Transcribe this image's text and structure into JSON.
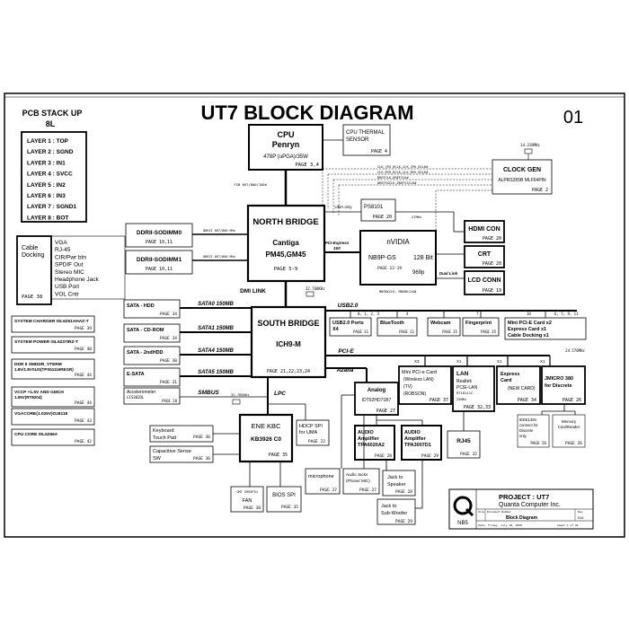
{
  "title": "UT7 BLOCK DIAGRAM",
  "page_number": "01",
  "pcb_stack": {
    "heading": "PCB STACK UP",
    "layer_count": "8L",
    "layers": [
      "LAYER 1 : TOP",
      "LAYER 2 : SGND",
      "LAYER 3 : IN1",
      "LAYER 4 : SVCC",
      "LAYER 5 : IN2",
      "LAYER 6 : IN3",
      "LAYER 7 : SGND1",
      "LAYER 8 : BOT"
    ]
  },
  "cable_docking": {
    "label_line1": "Cable",
    "label_line2": "Docking",
    "page": "PAGE 38",
    "items": [
      "VGA",
      "RJ-45",
      "CIR/Pwr btn",
      "SPDIF Out",
      "Stereo MIC",
      "Headphone Jack",
      "USB Port",
      "VOL Cntr"
    ]
  },
  "power_blocks": [
    {
      "line1": "SYSTEM CHARGER ISL6251AHAZ-T",
      "line2": "",
      "page": "PAGE 39"
    },
    {
      "line1": "SYSTEM POWER ISL6237IRZ-T",
      "line2": "",
      "page": "PAGE 40"
    },
    {
      "line1": "DDR II SMDDR_VTERM",
      "line2": "1.8V/1.8VSUS(TPS51116REGR)",
      "page": "PAGE 44"
    },
    {
      "line1": "VCCP +1.5V AND GMCH",
      "line2": "1.05V(RT8204)",
      "page": "PAGE 44"
    },
    {
      "line1": "VGACORE(1.025V)Oz8118",
      "line2": "",
      "page": "PAGE 43"
    },
    {
      "line1": "CPU CORE ISL6266A",
      "line2": "",
      "page": "PAGE 42"
    }
  ],
  "cpu": {
    "name": "CPU",
    "sub": "Penryn",
    "pkg": "478P (uPGA)/35W",
    "page": "PAGE 3,4"
  },
  "cpu_thermal": {
    "line1": "CPU THERMAL",
    "line2": "SENSOR",
    "page": "PAGE 4"
  },
  "fsb_label": "FSB 667/800/1066",
  "clock_gen": {
    "name": "CLOCK GEN",
    "part": "ALPRS355B MLF64PIN",
    "page": "PAGE 2",
    "freq": "14.318MHz"
  },
  "clock_signals": [
    "CLK_CPU_BCLK,CLK_CPU_BCLK#",
    "CLK_MCH_BCLK,CLK_MCH_BCLK#",
    "DREFCLK,DREFCLK#",
    "DREFSSCLK,DREFSSCLK#"
  ],
  "north_bridge": {
    "name": "NORTH BRIDGE",
    "chip1": "Cantiga",
    "chip2": "PM45,GM45",
    "page": "PAGE 5-9"
  },
  "ddr0": {
    "name": "DDRII-SODIMM0",
    "page": "PAGE 10,11",
    "bus": "DDRII 667/800 MHz"
  },
  "ddr1": {
    "name": "DDRII-SODIMM1",
    "page": "PAGE 10,11",
    "bus": "DDRII 667/800 MHz"
  },
  "uma_label": "UMA only",
  "ps8101": {
    "name": "PS8101",
    "page": "PAGE 20"
  },
  "pcie_x16": {
    "line1": "PCI-Express",
    "line2": "16X"
  },
  "nvidia": {
    "name": "nVIDIA",
    "chip": "NB9P-GS",
    "mem": "128 Bit",
    "page": "PAGE 12-19",
    "pkg": "969p",
    "clk": "27MHz"
  },
  "hdmi": {
    "name": "HDMI CON",
    "page": "PAGE 20"
  },
  "crt": {
    "name": "CRT",
    "page": "PAGE 20"
  },
  "lcd": {
    "name": "LCD CONN",
    "page": "PAGE 19"
  },
  "dual_link": "Dual Link",
  "nb_clk": "MBGRKCLK, MBGRKCLK#",
  "dmi_link": "DMI LINK",
  "sb_crystal": "32.768KHz",
  "south_bridge": {
    "name": "SOUTH BRIDGE",
    "chip": "ICH9-M",
    "page": "PAGE 21,22,23,24"
  },
  "sata": [
    {
      "name": "SATA - HDD",
      "page": "PAGE 34",
      "bus": "SATA0 150MB"
    },
    {
      "name": "SATA - CD-ROM",
      "page": "PAGE 34",
      "bus": "SATA1 150MB"
    },
    {
      "name": "SATA - 2ndHDD",
      "page": "PAGE 30",
      "bus": "SATA4 150MB"
    },
    {
      "name": "E-SATA",
      "page": "PAGE 31",
      "bus": "SATA5 150MB"
    }
  ],
  "accelerometer": {
    "name": "Accelerometer",
    "part": "LIS302DL",
    "page": "PAGE 28"
  },
  "smbus": "SMBUS",
  "usb2": {
    "label": "USB2.0",
    "ports": "0, 1, 2, 3",
    "ports_bt": "4",
    "ports_cam": "7",
    "ports_fp": "10",
    "ports_card": "6, 7, 9, 11"
  },
  "usb_blocks": [
    {
      "line1": "USB2.0 Ports",
      "line2": "X4",
      "page": "PAGE 31"
    },
    {
      "line1": "BlueTooth",
      "line2": "",
      "page": "PAGE 31"
    },
    {
      "line1": "Webcam",
      "line2": "",
      "page": "PAGE 35"
    },
    {
      "line1": "Fingerprint",
      "line2": "",
      "page": "PAGE 35"
    }
  ],
  "minipcie_card": {
    "line1": "Mini PCI-E Card x2",
    "line2": "Express Card x1",
    "line3": "Cable Docking x1"
  },
  "pcie_label": "PCI-E",
  "azalia": "Azalia",
  "lpc": "LPC",
  "x_labels": {
    "x1a": "X3",
    "x1b": "X1",
    "x1c": "X1",
    "x1d": "X1"
  },
  "analog": {
    "name": "Analog",
    "part": "IDT92HD71B7",
    "page": "PAGE 27"
  },
  "mini_pcie_wlan": {
    "line1": "Mini PCI-e Card",
    "line2": "(Wireless LAN)",
    "line3": "(TV)",
    "line4": "(ROBSON)",
    "page": "PAGE 37"
  },
  "lan": {
    "name": "LAN",
    "line2": "Realtek",
    "line3": "PCIE-LAN",
    "line4": "RTL8111C",
    "clk": "25MHz",
    "page": "PAGE 32,33"
  },
  "express_card": {
    "line1": "Express",
    "line2": "Card",
    "line3": "(NEW CARD)",
    "page": "PAGE 34"
  },
  "jmicro": {
    "line1": "JMICRO 380",
    "line2": "for Discrete",
    "page": "PAGE 26",
    "clk": "24.576MHz"
  },
  "ieee1394": {
    "line1": "IEEE1394",
    "line2": "connect for",
    "line3": "Discrete",
    "line4": "only",
    "page": "PAGE 26"
  },
  "card_reader": {
    "line1": "Memory",
    "line2": "CardReader",
    "page": "PAGE 26"
  },
  "ene_kbc": {
    "name": "ENE KBC",
    "part": "KB3926 C0",
    "page": "PAGE 35",
    "clk": "32.768KHz"
  },
  "keyboard": {
    "line1": "Keyboard",
    "line2": "Touch Pad",
    "page": "PAGE 36"
  },
  "capsense": {
    "line1": "Capacitive Sense",
    "line2": "SW",
    "page": "PAGE 36"
  },
  "hdcp": {
    "line1": "HDCP SPI",
    "line2": "for UMA",
    "page": "PAGE 22"
  },
  "fan": {
    "line1": "GMT G993P1U",
    "line2": "FAN",
    "page": "PAGE 38"
  },
  "bios": {
    "name": "BIOS SPI",
    "page": "PAGE 35"
  },
  "microphone": {
    "name": "microphone",
    "page": "PAGE 27"
  },
  "audio_jacks": {
    "line1": "Audio Jacks",
    "line2": "(Phone/ MIC)",
    "page": "PAGE 27"
  },
  "amp1": {
    "line1": "AUDIO",
    "line2": "Amplifier",
    "line3": "TPA6020A2",
    "page": "PAGE 28"
  },
  "amp2": {
    "line1": "AUDIO",
    "line2": "Amplifier",
    "line3": "TPA3007D1",
    "page": "PAGE 29"
  },
  "jack_speaker": {
    "line1": "Jack to",
    "line2": "Speaker",
    "page": "PAGE 28"
  },
  "jack_sub": {
    "line1": "Jack to",
    "line2": "Sub-Woofer",
    "page": "PAGE 29"
  },
  "rj45": {
    "name": "RJ45",
    "page": "PAGE 32"
  },
  "title_block": {
    "project": "PROJECT : UT7",
    "company": "Quanta Computer Inc.",
    "doc_title": "Block Diagram",
    "code": "NB5",
    "size_label": "Size",
    "doc_label": "Document Number",
    "rev_label": "Rev",
    "rev": "01A",
    "date": "Date: Friday, July 18, 2008",
    "sheet": "Sheet 1 of 46"
  }
}
